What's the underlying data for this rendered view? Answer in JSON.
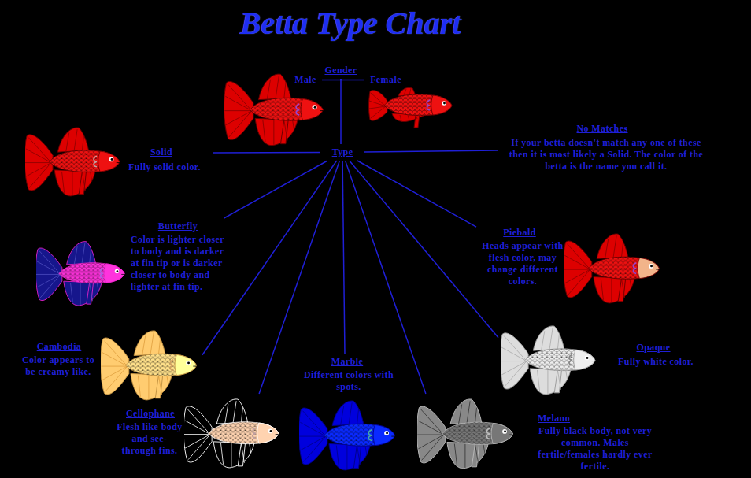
{
  "diagram": {
    "title": "Betta Type Chart",
    "nodes": [
      {
        "text": [
          "Gender"
        ]
      },
      {
        "text": [
          "Male"
        ]
      },
      {
        "text": [
          "Female"
        ]
      },
      {
        "text": [
          "Type"
        ]
      },
      {
        "text": [
          "Solid",
          "Fully solid color."
        ]
      },
      {
        "text": [
          "No Matches",
          "If your betta doesn't match any one of these then it is most likely a Solid. The color of the betta is the name you call it."
        ]
      },
      {
        "text": [
          "Butterfly",
          "Color is lighter closer to body and is darker at fin tip or is darker closer to body and lighter at fin tip."
        ]
      },
      {
        "text": [
          "Piebald",
          "Heads appear with flesh color, may change different colors."
        ]
      },
      {
        "text": [
          "Cambodia",
          "Color appears to be creamy like."
        ]
      },
      {
        "text": [
          "Opaque",
          "Fully white color."
        ]
      },
      {
        "text": [
          "Cellophane",
          "Flesh like body and see-through fins."
        ]
      },
      {
        "text": [
          "Marble",
          "Different colors with spots."
        ]
      },
      {
        "text": [
          "Melano",
          "Fully black body, not very common. Males fertile/females hardly ever fertile."
        ]
      }
    ],
    "edges": [
      {
        "from": 0,
        "to": 1,
        "arrow": "none"
      },
      {
        "from": 0,
        "to": 2,
        "arrow": "none"
      },
      {
        "from": 0,
        "to": 3,
        "arrow": "none"
      },
      {
        "from": 3,
        "to": 4,
        "arrow": "none"
      },
      {
        "from": 3,
        "to": 5,
        "arrow": "none"
      },
      {
        "from": 3,
        "to": 6,
        "arrow": "none"
      },
      {
        "from": 3,
        "to": 7,
        "arrow": "none"
      },
      {
        "from": 3,
        "to": 8,
        "arrow": "none"
      },
      {
        "from": 3,
        "to": 9,
        "arrow": "none"
      },
      {
        "from": 3,
        "to": 10,
        "arrow": "none"
      },
      {
        "from": 3,
        "to": 11,
        "arrow": "none"
      },
      {
        "from": 3,
        "to": 12,
        "arrow": "none"
      }
    ]
  }
}
